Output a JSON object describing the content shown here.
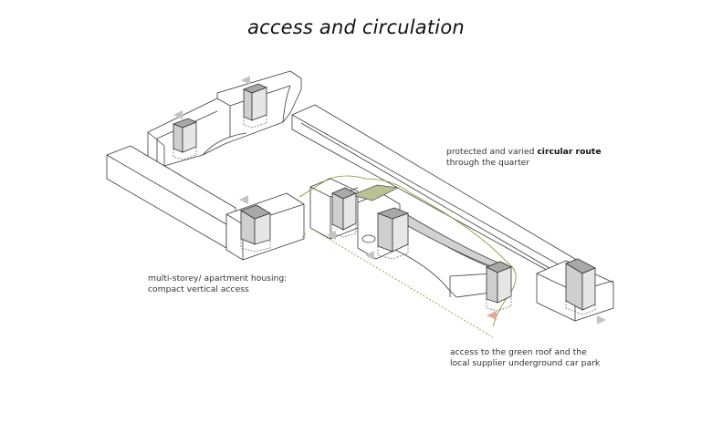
{
  "title": "access and circulation",
  "labels": {
    "route_prefix": "protected and varied ",
    "route_bold": "circular route",
    "route_line2": "through the quarter",
    "housing_line1": "multi-storey/ apartment housing:",
    "housing_line2": "compact vertical access",
    "roof_line1": "access to the green roof and the",
    "roof_line2": "local supplier underground car park"
  },
  "legend_colors": {
    "core_fill": "#cfcfcf",
    "green_roof": "#b9c294",
    "circulation_route": "#8a8a2a",
    "access_arrow": "#c4c4c4",
    "roof_access_arrow": "#e8a898"
  }
}
